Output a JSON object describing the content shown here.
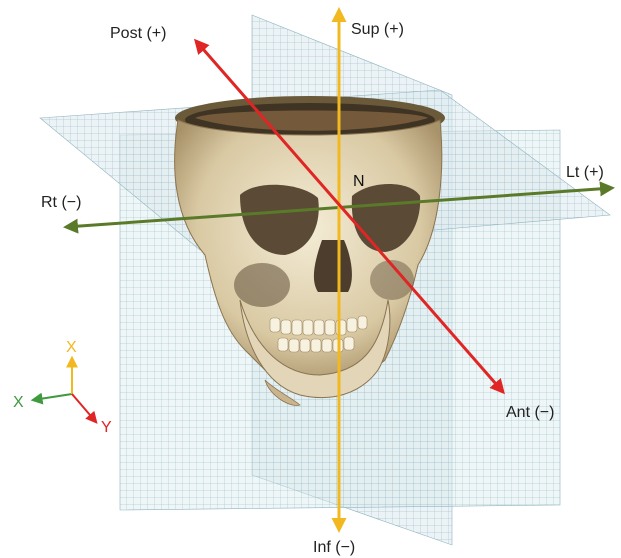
{
  "labels": {
    "post": "Post (+)",
    "sup": "Sup (+)",
    "lt": "Lt (+)",
    "rt": "Rt (−)",
    "ant": "Ant (−)",
    "inf": "Inf (−)",
    "origin": "N"
  },
  "triad": {
    "x": "X",
    "y": "Y",
    "z": "X"
  },
  "colors": {
    "sup_inf_axis": "#f2b81f",
    "post_ant_axis": "#e02525",
    "rt_lt_axis": "#5a7a2a",
    "grid": "#8fb4bf",
    "plane_fill": "#cfe1e6",
    "skull": "#e9dfc6",
    "triad_x_horizontal": "#3f9a3f",
    "triad_x_vertical": "#f2b81f",
    "triad_y": "#e02525"
  }
}
